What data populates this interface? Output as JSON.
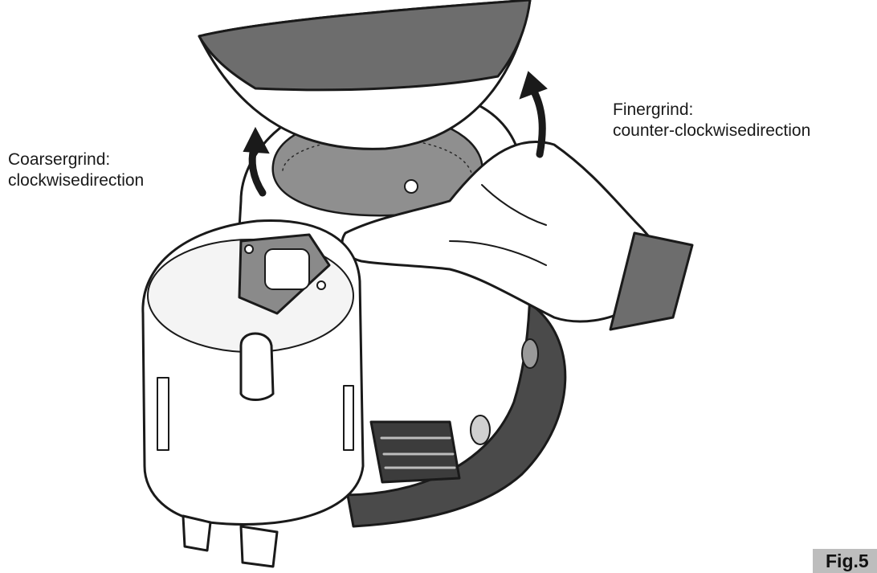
{
  "captions": {
    "coarse": {
      "line1": "Coarsergrind:",
      "line2": "clockwisedirection"
    },
    "fine": {
      "line1": "Finergrind:",
      "line2": "counter-clockwisedirection"
    }
  },
  "figure_label": "Fig.5",
  "colors": {
    "line": "#1a1a1a",
    "lid_gray": "#6d6d6d",
    "dark_gray": "#4a4a4a",
    "mid_gray": "#8a8a8a",
    "label_bg": "#bdbdbd"
  }
}
